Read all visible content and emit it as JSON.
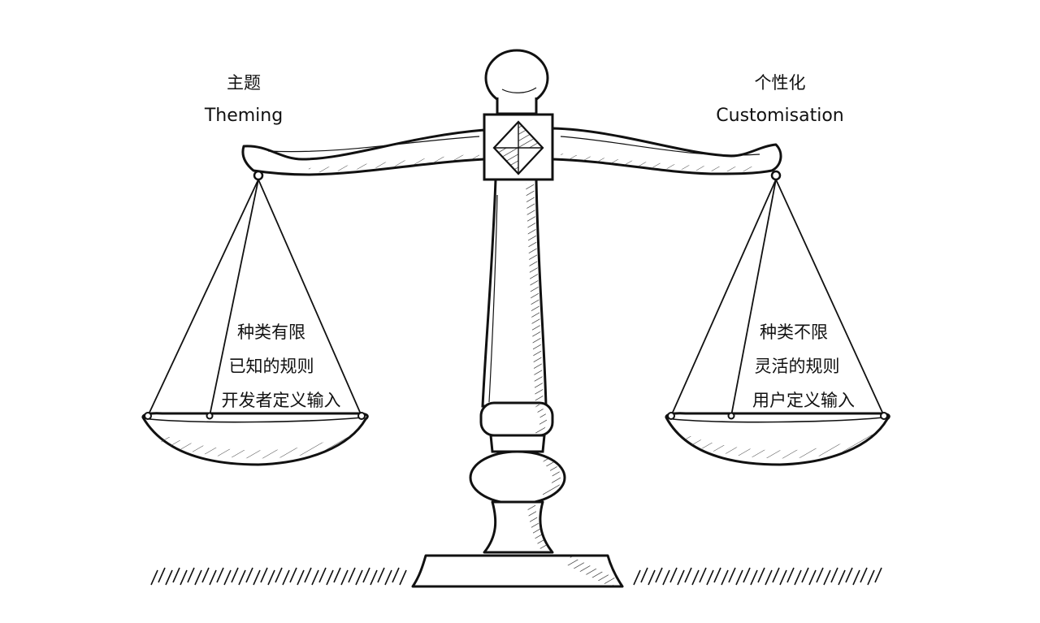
{
  "left_side": {
    "title_zh": "主题",
    "title_en": "Theming",
    "items": [
      "种类有限",
      "已知的规则",
      "开发者定义输入"
    ]
  },
  "right_side": {
    "title_zh": "个性化",
    "title_en": "Customisation",
    "items": [
      "种类不限",
      "灵活的规则",
      "用户定义输入"
    ]
  },
  "colors": {
    "ink": "#111111",
    "background": "#ffffff"
  },
  "icons": {
    "emblem": "diamond-emblem-icon"
  }
}
